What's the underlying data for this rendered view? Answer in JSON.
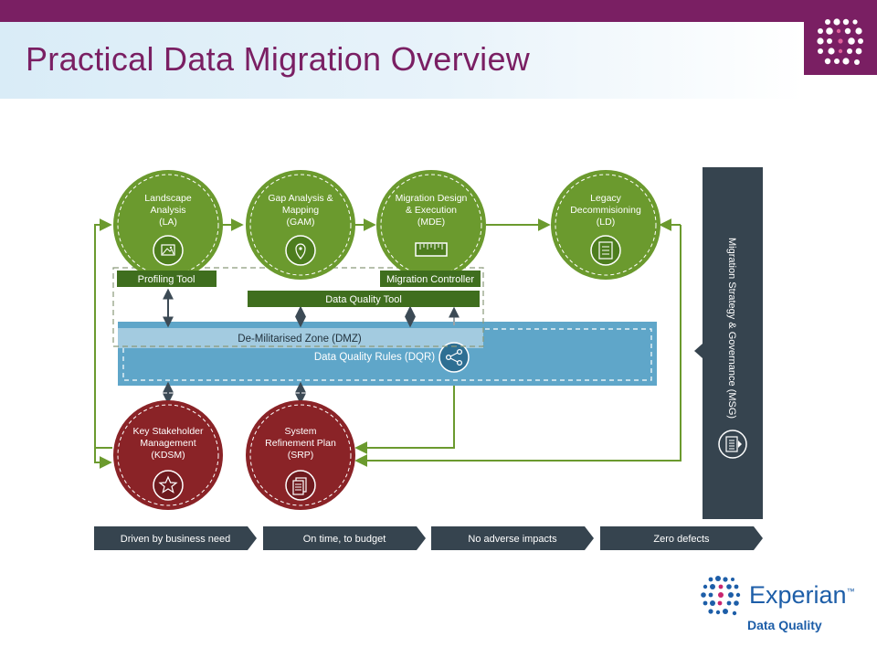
{
  "title": "Practical Data Migration Overview",
  "colors": {
    "brand_purple": "#7a1f63",
    "green": "#6b9a2e",
    "dark_green": "#3f6e1e",
    "red": "#8a2327",
    "dmz_blue": "#5fa6c9",
    "slate": "#36444f"
  },
  "nodes": {
    "la": {
      "lines": [
        "Landscape",
        "Analysis",
        "(LA)"
      ],
      "icon": "image-icon"
    },
    "gam": {
      "lines": [
        "Gap Analysis &",
        "Mapping",
        "(GAM)"
      ],
      "icon": "location-pin-icon"
    },
    "mde": {
      "lines": [
        "Migration Design",
        "& Execution",
        "(MDE)"
      ],
      "icon": "ruler-icon"
    },
    "ld": {
      "lines": [
        "Legacy",
        "Decommisioning",
        "(LD)"
      ],
      "icon": "checklist-icon"
    },
    "kdsm": {
      "lines": [
        "Key Stakeholder",
        "Management",
        "(KDSM)"
      ],
      "icon": "star-icon"
    },
    "srp": {
      "lines": [
        "System",
        "Refinement Plan",
        "(SRP)"
      ],
      "icon": "document-icon"
    }
  },
  "tools": {
    "profiling": "Profiling Tool",
    "controller": "Migration Controller",
    "dq": "Data Quality Tool"
  },
  "dmz": {
    "label": "De-Militarised Zone (DMZ)",
    "rules": "Data Quality Rules (DQR)",
    "icon": "share-icon"
  },
  "governance": {
    "label": "Migration Strategy & Governance (MSG)",
    "icon": "document-list-icon"
  },
  "banners": [
    "Driven by business need",
    "On time, to budget",
    "No adverse impacts",
    "Zero defects"
  ],
  "brand": {
    "name": "Experian",
    "tm": "™",
    "sub": "Data Quality"
  }
}
